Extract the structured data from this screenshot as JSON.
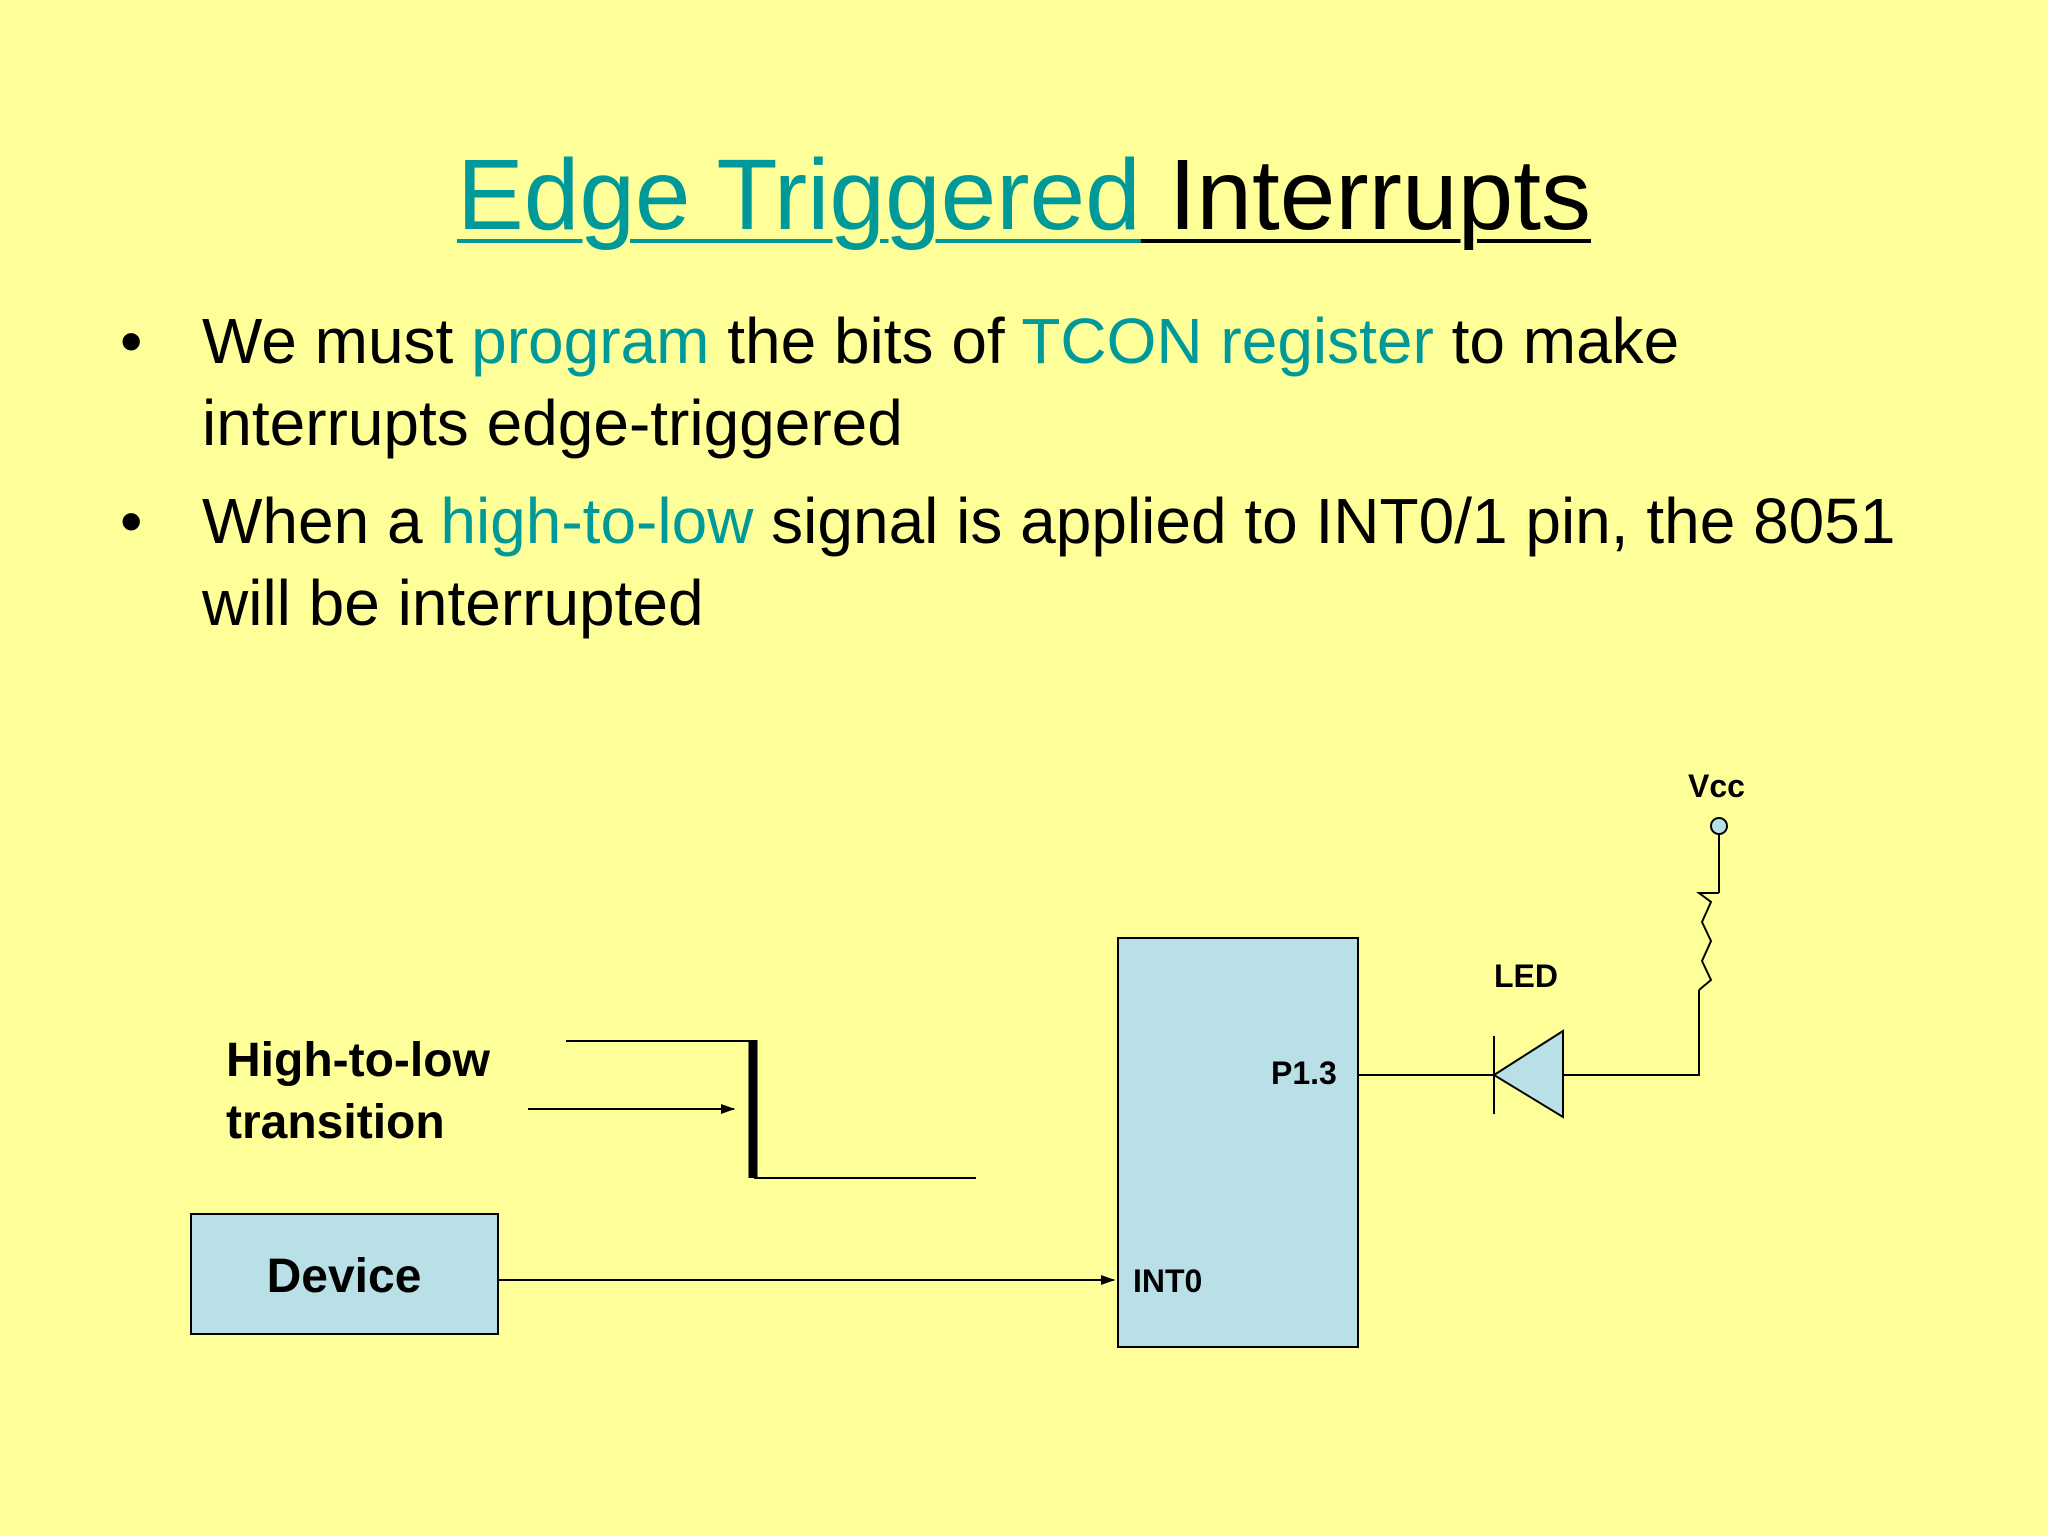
{
  "title": {
    "part1": "Edge Triggered",
    "part2": " Interrupts"
  },
  "bullets": [
    {
      "bullet_char": "•",
      "segments": [
        {
          "text": "We must ",
          "accent": false
        },
        {
          "text": "program",
          "accent": true
        },
        {
          "text": " the bits of ",
          "accent": false
        },
        {
          "text": "TCON register",
          "accent": true
        },
        {
          "text": " to make interrupts edge-triggered",
          "accent": false
        }
      ]
    },
    {
      "bullet_char": "•",
      "segments": [
        {
          "text": "When a ",
          "accent": false
        },
        {
          "text": "high-to-low",
          "accent": true
        },
        {
          "text": " signal is applied to INT0/1 pin, the 8051 will be interrupted",
          "accent": false
        }
      ]
    }
  ],
  "diagram": {
    "transition_label_line1": "High-to-low",
    "transition_label_line2": "transition",
    "device_label": "Device",
    "int0_label": "INT0",
    "p13_label": "P1.3",
    "led_label": "LED",
    "vcc_label": "Vcc",
    "box_fill": "#B9E0E6"
  },
  "colors": {
    "background": "#FFFF99",
    "accent": "#009999",
    "text": "#000000"
  }
}
